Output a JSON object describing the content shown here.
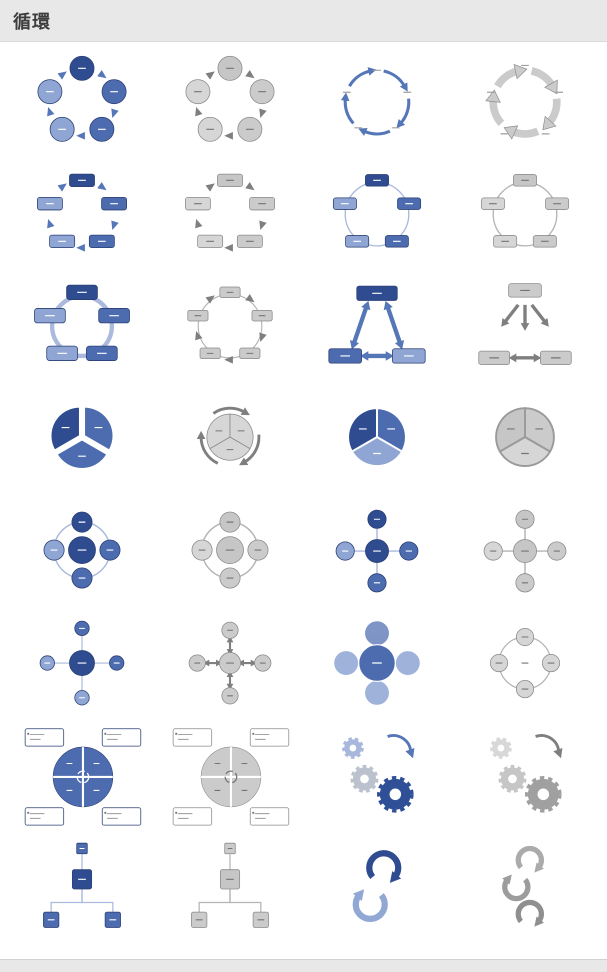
{
  "header": {
    "title": "循環"
  },
  "colors": {
    "accent_dark": "#2e4c8f",
    "accent_mid": "#4d6cb0",
    "accent_light": "#8fa5d3",
    "gray_fill": "#c6c6c6",
    "gray_border": "#8b8b8b",
    "header_bg": "#e8e8e8",
    "header_text": "#3d3d3d",
    "page_bg": "#ffffff"
  },
  "gallery": {
    "items": [
      {
        "name": "basic-cycle",
        "variant": "blue",
        "label": "basic-cycle-blue"
      },
      {
        "name": "basic-cycle",
        "variant": "gray",
        "label": "basic-cycle-gray"
      },
      {
        "name": "text-cycle",
        "variant": "blue",
        "label": "text-cycle-blue"
      },
      {
        "name": "block-arrow-cycle",
        "variant": "gray",
        "label": "block-arrow-cycle-gray"
      },
      {
        "name": "block-cycle",
        "variant": "blue",
        "label": "block-cycle-blue"
      },
      {
        "name": "block-cycle",
        "variant": "gray",
        "label": "block-cycle-gray"
      },
      {
        "name": "nondirectional-cycle",
        "variant": "blue",
        "label": "nondirectional-cycle-blue"
      },
      {
        "name": "nondirectional-cycle",
        "variant": "gray",
        "label": "nondirectional-cycle-gray"
      },
      {
        "name": "continuous-block-cycle",
        "variant": "blue",
        "label": "continuous-block-cycle-blue"
      },
      {
        "name": "block-cycle-arrows",
        "variant": "gray",
        "label": "block-cycle-arrows-gray"
      },
      {
        "name": "multidirectional-cycle",
        "variant": "blue",
        "label": "multidirectional-cycle-blue"
      },
      {
        "name": "diverging-block-cycle",
        "variant": "gray",
        "label": "diverging-block-cycle-gray"
      },
      {
        "name": "segmented-pie-cycle",
        "variant": "blue",
        "label": "segmented-pie-cycle-blue"
      },
      {
        "name": "pie-cycle-arrows",
        "variant": "gray",
        "label": "pie-cycle-arrows-gray"
      },
      {
        "name": "pie-cycle",
        "variant": "blue",
        "label": "pie-cycle-blue"
      },
      {
        "name": "pie-cycle",
        "variant": "gray",
        "label": "pie-cycle-gray"
      },
      {
        "name": "radial-cycle",
        "variant": "blue",
        "label": "radial-cycle-blue"
      },
      {
        "name": "radial-cycle",
        "variant": "gray",
        "label": "radial-cycle-gray"
      },
      {
        "name": "basic-radial",
        "variant": "blue",
        "label": "basic-radial-blue"
      },
      {
        "name": "basic-radial",
        "variant": "gray",
        "label": "basic-radial-gray"
      },
      {
        "name": "radial-cluster",
        "variant": "blue",
        "label": "radial-cluster-blue"
      },
      {
        "name": "radial-arrows",
        "variant": "gray",
        "label": "radial-arrows-gray"
      },
      {
        "name": "diverging-radial",
        "variant": "blue",
        "label": "diverging-radial-blue"
      },
      {
        "name": "cycle-ring",
        "variant": "gray",
        "label": "cycle-ring-gray"
      },
      {
        "name": "quadrant-cycle",
        "variant": "blue",
        "label": "quadrant-cycle-blue"
      },
      {
        "name": "quadrant-cycle",
        "variant": "gray",
        "label": "quadrant-cycle-gray"
      },
      {
        "name": "gear-cycle",
        "variant": "blue",
        "label": "gear-cycle-blue"
      },
      {
        "name": "gear-cycle",
        "variant": "gray",
        "label": "gear-cycle-gray"
      },
      {
        "name": "radial-tree",
        "variant": "blue",
        "label": "radial-tree-blue"
      },
      {
        "name": "radial-tree",
        "variant": "gray",
        "label": "radial-tree-gray"
      },
      {
        "name": "spiral-cycle",
        "variant": "blue",
        "label": "spiral-cycle-blue"
      },
      {
        "name": "spiral-cycle",
        "variant": "gray",
        "label": "spiral-cycle-gray"
      }
    ]
  }
}
